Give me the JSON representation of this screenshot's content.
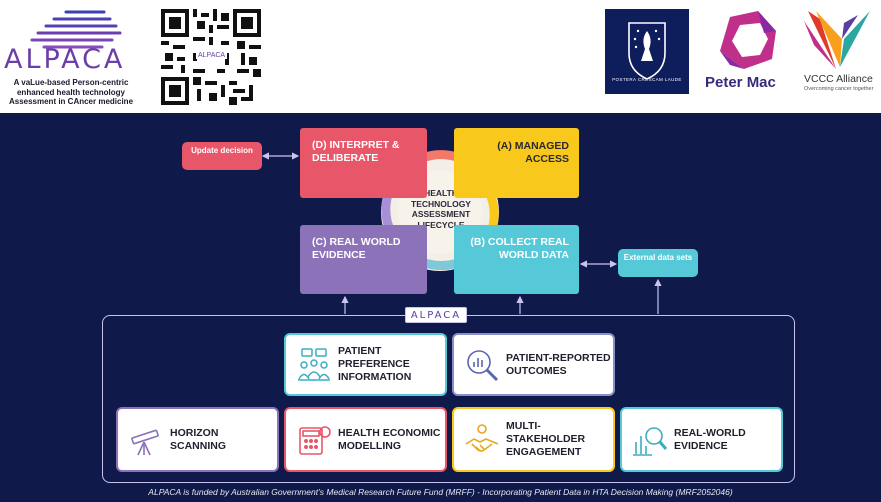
{
  "header": {
    "alpaca_logo": "ALPACA",
    "alpaca_tagline": "A vaLue-based Person-centric enhanced health technology Assessment in CAncer medicine",
    "qr_label": "ALPACA",
    "petermac_logo": "Peter Mac",
    "vccc_logo": "VCCC Alliance",
    "vccc_tagline": "Overcoming cancer together",
    "unimelb_motto": "POSTERA CRESCAM LAUDE"
  },
  "lifecycle": {
    "center": "HEALTH TECHNOLOGY ASSESSMENT LIFECYCLE",
    "box_d": "(D) INTERPRET & DELIBERATE",
    "box_a": "(A) MANAGED ACCESS",
    "box_c": "(C) REAL WORLD EVIDENCE",
    "box_b": "(B) COLLECT REAL WORLD DATA",
    "update_decision": "Update decision",
    "external_data_sets": "External data sets"
  },
  "alpaca_badge": "ALPACA",
  "components": {
    "patient_preference": "PATIENT PREFERENCE INFORMATION",
    "patient_reported": "PATIENT-REPORTED OUTCOMES",
    "horizon_scanning": "HORIZON SCANNING",
    "health_economic": "HEALTH ECONOMIC MODELLING",
    "multi_stakeholder": "MULTI-STAKEHOLDER ENGAGEMENT",
    "real_world_evidence": "REAL-WORLD EVIDENCE"
  },
  "footer": "ALPACA is funded by Australian Government’s Medical Research Future Fund (MRFF) -  Incorporating Patient Data in HTA Decision Making  (MRF2052046)",
  "colors": {
    "background": "#0f1a4a",
    "interpret": "#e8566a",
    "managed_access": "#f8c81c",
    "real_world_evidence": "#8c73b9",
    "collect": "#56c9d8"
  }
}
